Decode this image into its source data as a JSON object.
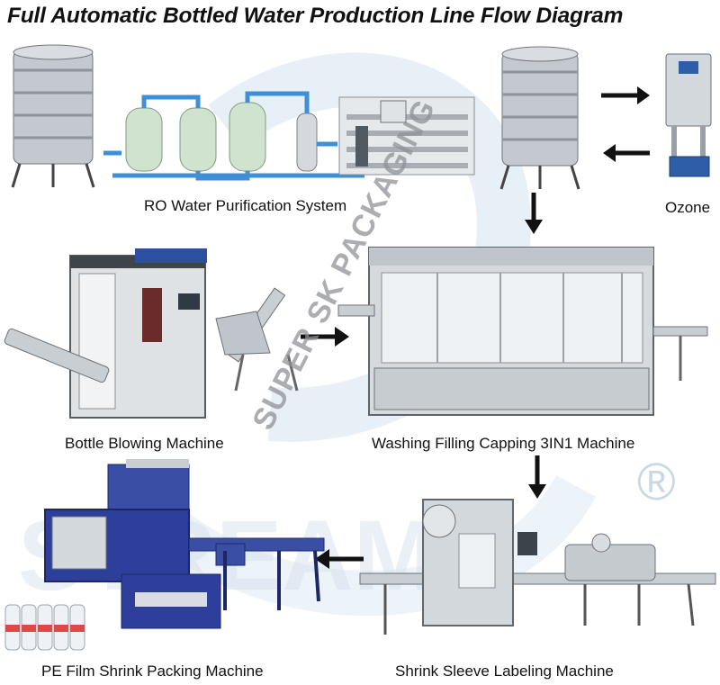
{
  "title": "Full Automatic Bottled Water Production Line Flow Diagram",
  "stages": {
    "ro": "RO Water Purification System",
    "ozone": "Ozone",
    "blowing": "Bottle Blowing Machine",
    "filling": "Washing Filling Capping 3IN1 Machine",
    "labeling": "Shrink Sleeve Labeling Machine",
    "packing": "PE Film Shrink Packing Machine"
  },
  "watermark": {
    "text": "SUPER SK PACKAGING",
    "mark": "®"
  },
  "colors": {
    "machine_steel": "#c9ced3",
    "filter_tank": "#cfe3cf",
    "pipe_blue": "#3f8fd6",
    "packer_blue": "#2d3f9a",
    "arrow": "#111111"
  }
}
